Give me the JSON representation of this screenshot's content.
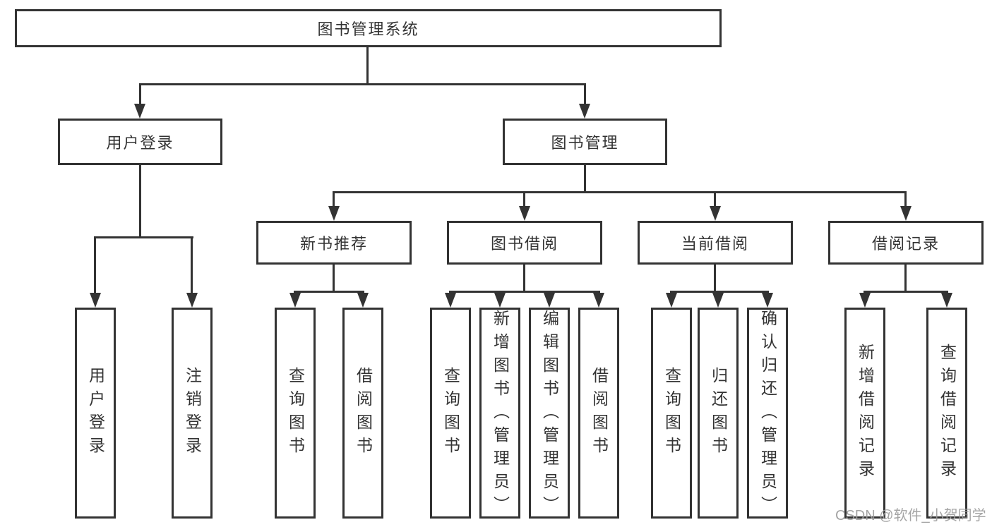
{
  "diagram": {
    "root": {
      "label": "图书管理系统",
      "children": [
        {
          "label": "用户登录",
          "children": [
            {
              "label": "用户登录"
            },
            {
              "label": "注销登录"
            }
          ]
        },
        {
          "label": "图书管理",
          "children": [
            {
              "label": "新书推荐",
              "children": [
                {
                  "label": "查询图书"
                },
                {
                  "label": "借阅图书"
                }
              ]
            },
            {
              "label": "图书借阅",
              "children": [
                {
                  "label": "查询图书"
                },
                {
                  "label": "新增图书（管理员）"
                },
                {
                  "label": "编辑图书（管理员）"
                },
                {
                  "label": "借阅图书"
                }
              ]
            },
            {
              "label": "当前借阅",
              "children": [
                {
                  "label": "查询图书"
                },
                {
                  "label": "归还图书"
                },
                {
                  "label": "确认归还（管理员）"
                }
              ]
            },
            {
              "label": "借阅记录",
              "children": [
                {
                  "label": "新增借阅记录"
                },
                {
                  "label": "查询借阅记录"
                }
              ]
            }
          ]
        }
      ]
    }
  },
  "watermark": {
    "text": "CSDN @软件_小贺同学"
  },
  "colors": {
    "line": "#333333",
    "text": "#333333",
    "watermark": "#9c9c9c",
    "background": "#ffffff"
  }
}
